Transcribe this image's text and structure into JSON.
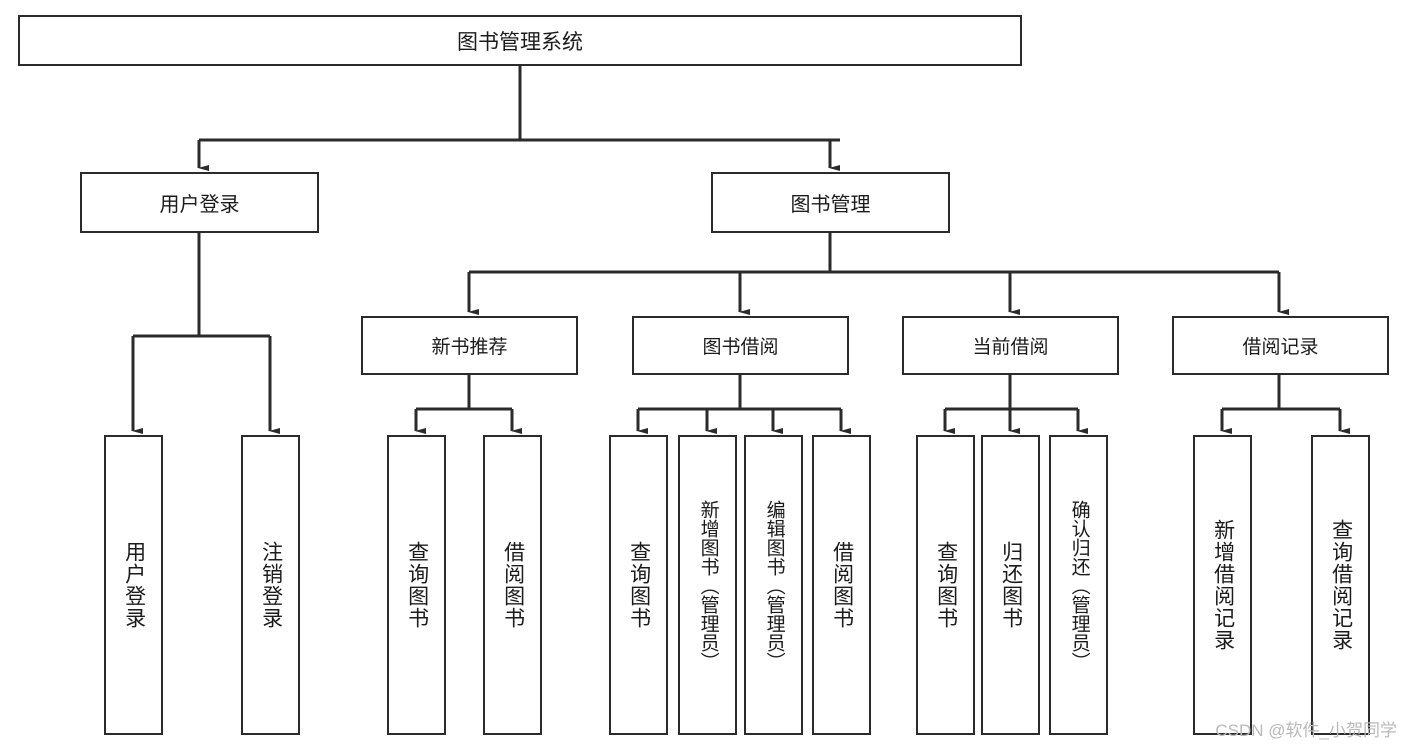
{
  "diagram": {
    "title": "图书管理系统",
    "watermark": "CSDN @软件_小贺同学",
    "colors": {
      "box_border": "#2b2b2b",
      "box_fill": "#ffffff",
      "connector": "#2b2b2b",
      "text": "#1b1b1b",
      "watermark": "#b9b9b9",
      "background": "#ffffff"
    },
    "root": {
      "label": "图书管理系统"
    },
    "level2": [
      {
        "label": "用户登录"
      },
      {
        "label": "图书管理"
      }
    ],
    "level3": [
      {
        "label": "新书推荐"
      },
      {
        "label": "图书借阅"
      },
      {
        "label": "当前借阅"
      },
      {
        "label": "借阅记录"
      }
    ],
    "leaves": {
      "user_login": [
        {
          "label": "用户登录"
        },
        {
          "label": "注销登录"
        }
      ],
      "new_book_recommend": [
        {
          "label": "查询图书"
        },
        {
          "label": "借阅图书"
        }
      ],
      "book_borrow": [
        {
          "label": "查询图书"
        },
        {
          "label": "新增图书（管理员）"
        },
        {
          "label": "编辑图书（管理员）"
        },
        {
          "label": "借阅图书"
        }
      ],
      "current_borrow": [
        {
          "label": "查询图书"
        },
        {
          "label": "归还图书"
        },
        {
          "label": "确认归还（管理员）"
        }
      ],
      "borrow_record": [
        {
          "label": "新增借阅记录"
        },
        {
          "label": "查询借阅记录"
        }
      ]
    }
  }
}
